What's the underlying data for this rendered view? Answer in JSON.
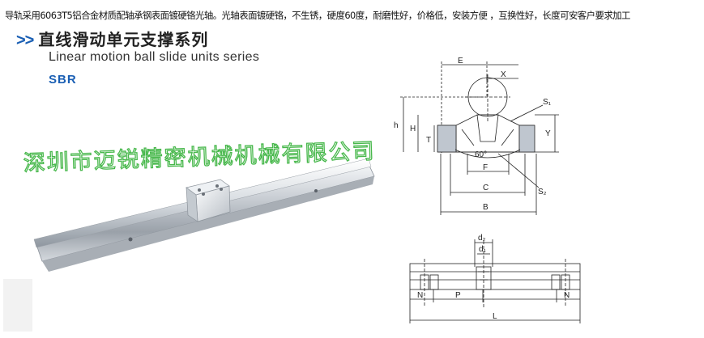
{
  "description": "导轨采用6063T5铝合金材质配轴承钢表面镀硬铬光轴。光轴表面镀硬铬，不生锈，硬度60度，耐磨性好，价格低，安装方便 ，互换性好，长度可安客户要求加工",
  "heading": {
    "arrow": ">>",
    "title_cn": "直线滑动单元支撑系列",
    "title_en": "Linear motion ball slide units series",
    "series_code": "SBR"
  },
  "watermark": "深圳市迈锐精密机械机械有限公司",
  "drawing_labels": {
    "E": "E",
    "X": "X",
    "h": "h",
    "H": "H",
    "T": "T",
    "Y": "Y",
    "S1": "S₁",
    "S2": "S₂",
    "angle": "60°",
    "F": "F",
    "C": "C",
    "B": "B",
    "d2": "d₂",
    "d1": "d₁",
    "N_left": "N",
    "P": "P",
    "N_right": "N",
    "L": "L"
  }
}
